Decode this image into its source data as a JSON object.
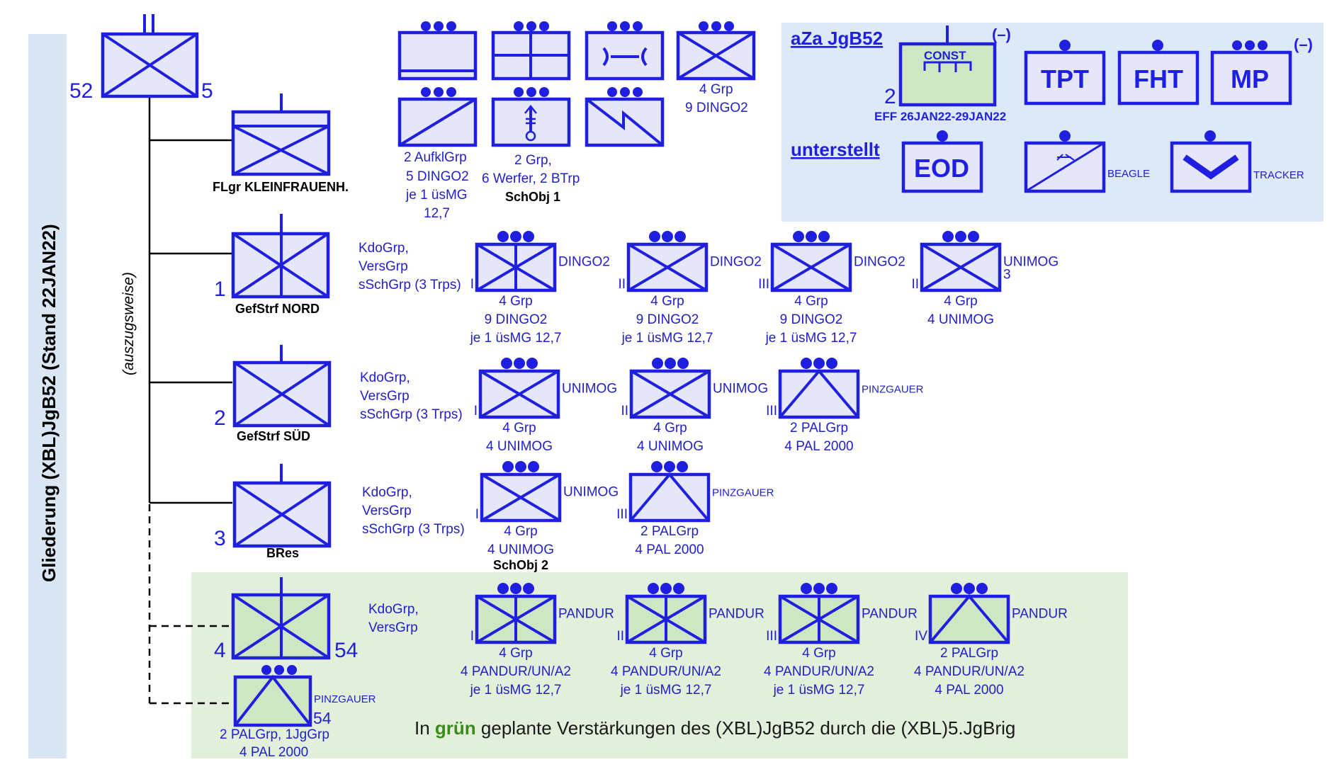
{
  "colors": {
    "symbol_blue": "#1f1fe0",
    "fill_friendly": "#e6e6fb",
    "fill_planned": "#cfe6c4",
    "panel_blue": "#dde9f7",
    "panel_green": "#e2efda",
    "sidebar": "#dae6f3"
  },
  "sidebar": {
    "title": "Gliederung (XBL)JgB52 (Stand 22JAN22)",
    "note": "(auszugsweise)"
  },
  "hq": {
    "left": "52",
    "right": "5"
  },
  "flgr": {
    "name": "FLgr KLEINFRAUENH.",
    "sub4": [
      "4 Grp",
      "9 DINGO2"
    ],
    "sub5": [
      "2 AufklGrp",
      "5 DINGO2",
      "je 1 üsMG",
      "12,7"
    ],
    "sub6": [
      "2 Grp,",
      "6 Werfer, 2 BTrp"
    ],
    "sub6b": "SchObj 1"
  },
  "aza": {
    "title": "aZa JgB52",
    "minus": "(–)",
    "const_label": "CONST",
    "const_num": "2",
    "eff": "EFF 26JAN22-29JAN22",
    "tpt": "TPT",
    "fht": "FHT",
    "mp": "MP",
    "mp_minus": "(–)",
    "unterstellt": "unterstellt",
    "eod": "EOD",
    "beagle": "BEAGLE",
    "tracker": "TRACKER"
  },
  "nord": {
    "num": "1",
    "name": "GefStrf NORD",
    "kdo": [
      "KdoGrp,",
      "VersGrp",
      "sSchGrp (3 Trps)"
    ],
    "units": [
      {
        "roman": "I",
        "veh": "DINGO2",
        "lines": [
          "4 Grp",
          "9 DINGO2",
          "je 1 üsMG 12,7"
        ]
      },
      {
        "roman": "II",
        "veh": "DINGO2",
        "lines": [
          "4 Grp",
          "9 DINGO2",
          "je 1 üsMG 12,7"
        ]
      },
      {
        "roman": "III",
        "veh": "DINGO2",
        "lines": [
          "4 Grp",
          "9 DINGO2",
          "je 1 üsMG 12,7"
        ]
      },
      {
        "roman": "II",
        "veh": "UNIMOG",
        "veh2": "3",
        "lines": [
          "4 Grp",
          "4 UNIMOG"
        ]
      }
    ]
  },
  "sued": {
    "num": "2",
    "name": "GefStrf SÜD",
    "kdo": [
      "KdoGrp,",
      "VersGrp",
      "sSchGrp (3 Trps)"
    ],
    "units": [
      {
        "roman": "I",
        "veh": "UNIMOG",
        "lines": [
          "4 Grp",
          "4 UNIMOG"
        ]
      },
      {
        "roman": "II",
        "veh": "UNIMOG",
        "lines": [
          "4 Grp",
          "4 UNIMOG"
        ]
      },
      {
        "roman": "III",
        "veh": "PINZGAUER",
        "lines": [
          "2 PALGrp",
          "4 PAL 2000"
        ]
      }
    ]
  },
  "bres": {
    "num": "3",
    "name": "BRes",
    "kdo": [
      "KdoGrp,",
      "VersGrp",
      "sSchGrp (3 Trps)"
    ],
    "units": [
      {
        "roman": "I",
        "veh": "UNIMOG",
        "lines": [
          "4 Grp",
          "4 UNIMOG"
        ],
        "extra": "SchObj 2"
      },
      {
        "roman": "III",
        "veh": "PINZGAUER",
        "lines": [
          "2 PALGrp",
          "4 PAL 2000"
        ]
      }
    ]
  },
  "green": {
    "num": "4",
    "num_right": "54",
    "kdo": [
      "KdoGrp,",
      "VersGrp"
    ],
    "units": [
      {
        "roman": "I",
        "veh": "PANDUR",
        "lines": [
          "4 Grp",
          "4 PANDUR/UN/A2",
          "je 1 üsMG 12,7"
        ]
      },
      {
        "roman": "II",
        "veh": "PANDUR",
        "lines": [
          "4 Grp",
          "4 PANDUR/UN/A2",
          "je 1 üsMG 12,7"
        ]
      },
      {
        "roman": "III",
        "veh": "PANDUR",
        "lines": [
          "4 Grp",
          "4 PANDUR/UN/A2",
          "je 1 üsMG 12,7"
        ]
      },
      {
        "roman": "IV",
        "veh": "PANDUR",
        "lines": [
          "2 PALGrp",
          "4 PANDUR/UN/A2",
          "4 PAL 2000"
        ]
      }
    ],
    "pal": {
      "veh": "PINZGAUER",
      "num": "54",
      "lines": [
        "2 PALGrp, 1JgGrp",
        "4 PAL 2000"
      ]
    },
    "note_pre": "In ",
    "note_word": "grün",
    "note_post": " geplante Verstärkungen des (XBL)JgB52 durch die (XBL)5.JgBrig"
  }
}
